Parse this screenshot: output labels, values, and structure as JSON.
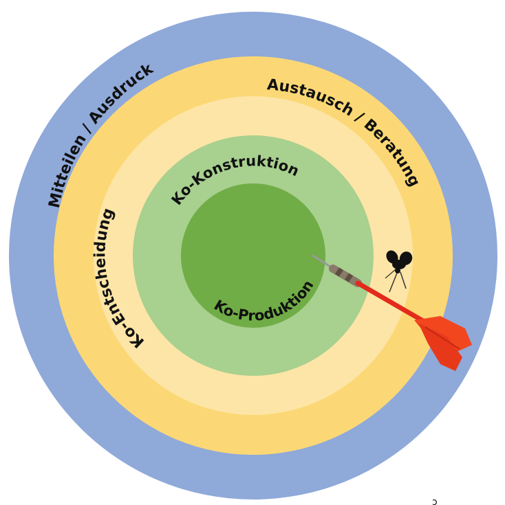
{
  "diagram": {
    "rings": [
      {
        "id": "outer",
        "label": "Mitteilen / Ausdruck",
        "color": "#8fa9d9"
      },
      {
        "id": "yellow-outer",
        "label": "Austausch / Beratung",
        "color": "#fbd875"
      },
      {
        "id": "yellow-inner",
        "label": "Ko-Entscheidung",
        "color": "#fce5a6"
      },
      {
        "id": "green-outer",
        "label": "Ko-Konstruktion",
        "color": "#a8d08f"
      },
      {
        "id": "green-center",
        "label": "Ko-Produktion",
        "color": "#70ad47"
      }
    ],
    "dart": {
      "shaft_color": "#e32a1c",
      "flight_color": "#f2461f",
      "barrel_color": "#8a7a6a",
      "tip_color": "#9a9a9a"
    },
    "fly_icon": "fly-icon"
  }
}
